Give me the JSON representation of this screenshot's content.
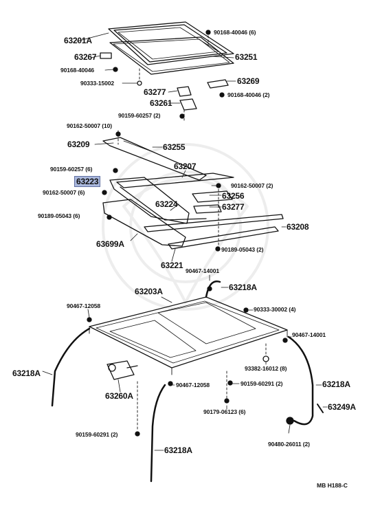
{
  "diagram": {
    "highlight_color": "#a9b7dc",
    "labels": {
      "l63201A": "63201A",
      "l90168_40046_6": "90168-40046 (6)",
      "l63267": "63267",
      "l63251": "63251",
      "l90168_40046": "90168-40046",
      "l90333_15002": "90333-15002",
      "l63269": "63269",
      "l63277a": "63277",
      "l90168_40046_2": "90168-40046 (2)",
      "l63261": "63261",
      "l90159_60257_2": "90159-60257 (2)",
      "l90162_50007_10": "90162-50007 (10)",
      "l63209": "63209",
      "l63255": "63255",
      "l63207": "63207",
      "l90159_60257_6": "90159-60257 (6)",
      "l63223": "63223",
      "l90162_50007_2": "90162-50007 (2)",
      "l90162_50007_6": "90162-50007 (6)",
      "l63256": "63256",
      "l63224": "63224",
      "l63277b": "63277",
      "l90189_05043_6": "90189-05043 (6)",
      "l63208": "63208",
      "l63699A": "63699A",
      "l90189_05043_2": "90189-05043 (2)",
      "l63221": "63221",
      "l90467_14001a": "90467-14001",
      "l63218A_a": "63218A",
      "l63203A": "63203A",
      "l90467_12058a": "90467-12058",
      "l90333_30002_4": "90333-30002 (4)",
      "l90467_14001b": "90467-14001",
      "l63218A_b": "63218A",
      "l93382_16012_8": "93382-16012 (8)",
      "l63218A_c": "63218A",
      "l90159_60291_2a": "90159-60291 (2)",
      "l90467_12058b": "90467-12058",
      "l63260A": "63260A",
      "l90179_06123_6": "90179-06123 (6)",
      "l63249A": "63249A",
      "l90159_60291_2b": "90159-60291 (2)",
      "l63218A_d": "63218A",
      "l90480_26011_2": "90480-26011 (2)"
    },
    "footer": "MB H188-C"
  }
}
